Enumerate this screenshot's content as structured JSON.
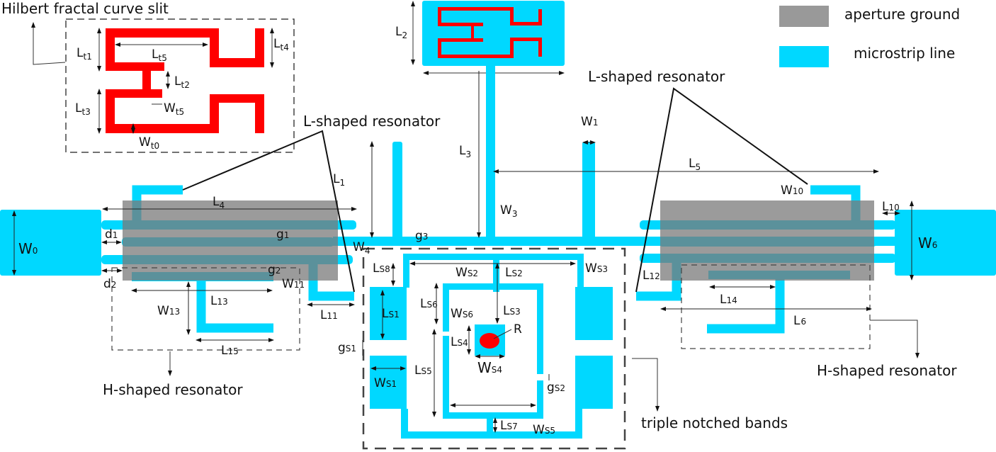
{
  "colors": {
    "aperture_ground": "#999999",
    "microstrip": "#00d8ff",
    "overlap": "#1e8a9a",
    "slit": "#ff0000"
  },
  "legend": [
    {
      "name": "aperture-ground",
      "label": "aperture ground",
      "color": "#999999"
    },
    {
      "name": "microstrip-line",
      "label": "microstrip line",
      "color": "#00d8ff"
    }
  ],
  "callouts": {
    "hilbert": "Hilbert fractal curve slit",
    "l_res_left": "L-shaped resonator",
    "l_res_right": "L-shaped resonator",
    "h_res_left": "H-shaped resonator",
    "h_res_right": "H-shaped resonator",
    "triple": "triple notched bands"
  },
  "dims": {
    "Lt1": [
      "L",
      "t1"
    ],
    "Lt2": [
      "L",
      "t2"
    ],
    "Lt3": [
      "L",
      "t3"
    ],
    "Lt4": [
      "L",
      "t4"
    ],
    "Lt5": [
      "L",
      "t5"
    ],
    "Wt5": [
      "W",
      "t5"
    ],
    "Wt0": [
      "W",
      "t0"
    ],
    "L1": [
      "L",
      "1"
    ],
    "L2": [
      "L",
      "2"
    ],
    "L3": [
      "L",
      "3"
    ],
    "L4": [
      "L",
      "4"
    ],
    "L5": [
      "L",
      "5"
    ],
    "L6": [
      "L",
      "6"
    ],
    "L10": [
      "L",
      "10"
    ],
    "L11": [
      "L",
      "11"
    ],
    "L12": [
      "L",
      "12"
    ],
    "L13": [
      "L",
      "13"
    ],
    "L14": [
      "L",
      "14"
    ],
    "L15": [
      "L",
      "15"
    ],
    "W0": [
      "W",
      "0"
    ],
    "W1": [
      "W",
      "1"
    ],
    "W3": [
      "W",
      "3"
    ],
    "W4": [
      "W",
      "4"
    ],
    "W6": [
      "W",
      "6"
    ],
    "W10": [
      "W",
      "10"
    ],
    "W11": [
      "W",
      "11"
    ],
    "W13": [
      "W",
      "13"
    ],
    "d1": [
      "d",
      "1"
    ],
    "d2": [
      "d",
      "2"
    ],
    "g1": [
      "g",
      "1"
    ],
    "g2": [
      "g",
      "2"
    ],
    "g3": [
      "g",
      "3"
    ],
    "LS1": [
      "L",
      "S1"
    ],
    "LS2": [
      "L",
      "S2"
    ],
    "LS3": [
      "L",
      "S3"
    ],
    "LS4": [
      "L",
      "S4"
    ],
    "LS5": [
      "L",
      "S5"
    ],
    "LS6": [
      "L",
      "S6"
    ],
    "LS7": [
      "L",
      "S7"
    ],
    "LS8": [
      "L",
      "S8"
    ],
    "WS1": [
      "W",
      "S1"
    ],
    "WS2": [
      "W",
      "S2"
    ],
    "WS3": [
      "W",
      "S3"
    ],
    "WS4": [
      "W",
      "S4"
    ],
    "WS5": [
      "W",
      "S5"
    ],
    "WS6": [
      "W",
      "S6"
    ],
    "gS1": [
      "g",
      "S1"
    ],
    "gS2": [
      "g",
      "S2"
    ],
    "R": [
      "R",
      ""
    ]
  }
}
